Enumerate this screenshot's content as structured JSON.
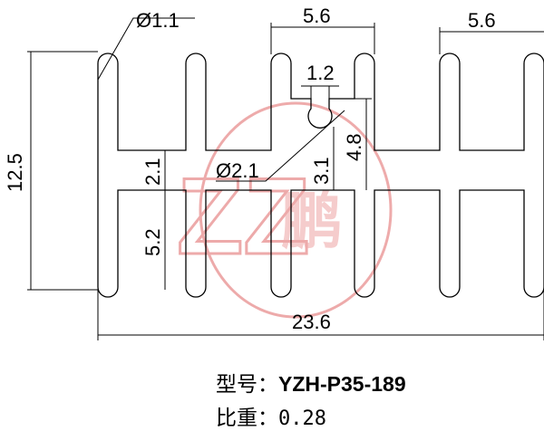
{
  "dimensions": {
    "fin_tip_diameter": "Ø1.1",
    "fin_pitch_center": "5.6",
    "fin_pitch_right": "5.6",
    "slot_width": "1.2",
    "overall_height": "12.5",
    "base_thickness": "2.1",
    "hole_diameter": "Ø2.1",
    "hole_center_height": "3.1",
    "slot_depth": "4.8",
    "lower_fin_height": "5.2",
    "overall_width": "23.6"
  },
  "watermark": {
    "text": "ZZ",
    "cjk_char": "鹏",
    "color": "#e06666"
  },
  "caption": {
    "model_label": "型号：",
    "model_value": "YZH-P35-189",
    "weight_label": "比重：",
    "weight_value": "0.28"
  }
}
